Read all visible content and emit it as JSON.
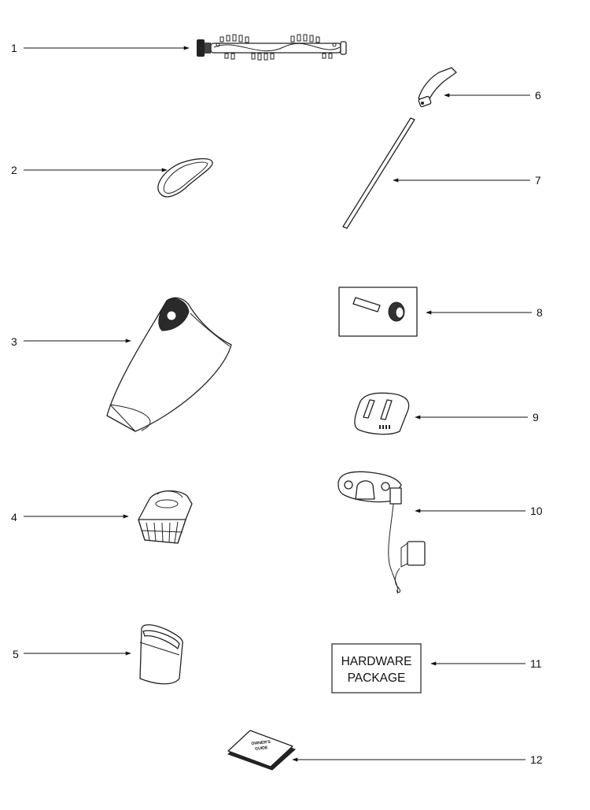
{
  "callouts": [
    "1",
    "2",
    "3",
    "4",
    "5",
    "6",
    "7",
    "8",
    "9",
    "10",
    "11",
    "12"
  ],
  "hardware_package": {
    "line1": "HARDWARE",
    "line2": "PACKAGE"
  },
  "owners_guide": {
    "line1": "OWNER'S",
    "line2": "GUIDE"
  },
  "parts": [
    {
      "number": "1",
      "name": "brushroll-icon"
    },
    {
      "number": "2",
      "name": "belt-icon"
    },
    {
      "number": "3",
      "name": "handheld-body-icon"
    },
    {
      "number": "4",
      "name": "filter-icon"
    },
    {
      "number": "5",
      "name": "dirt-cup-icon"
    },
    {
      "number": "6",
      "name": "handle-grip-icon"
    },
    {
      "number": "7",
      "name": "extension-tube-icon"
    },
    {
      "number": "8",
      "name": "small-parts-kit-icon"
    },
    {
      "number": "9",
      "name": "battery-icon"
    },
    {
      "number": "10",
      "name": "charger-base-icon"
    },
    {
      "number": "11",
      "name": "hardware-package"
    },
    {
      "number": "12",
      "name": "owners-guide-icon"
    }
  ]
}
